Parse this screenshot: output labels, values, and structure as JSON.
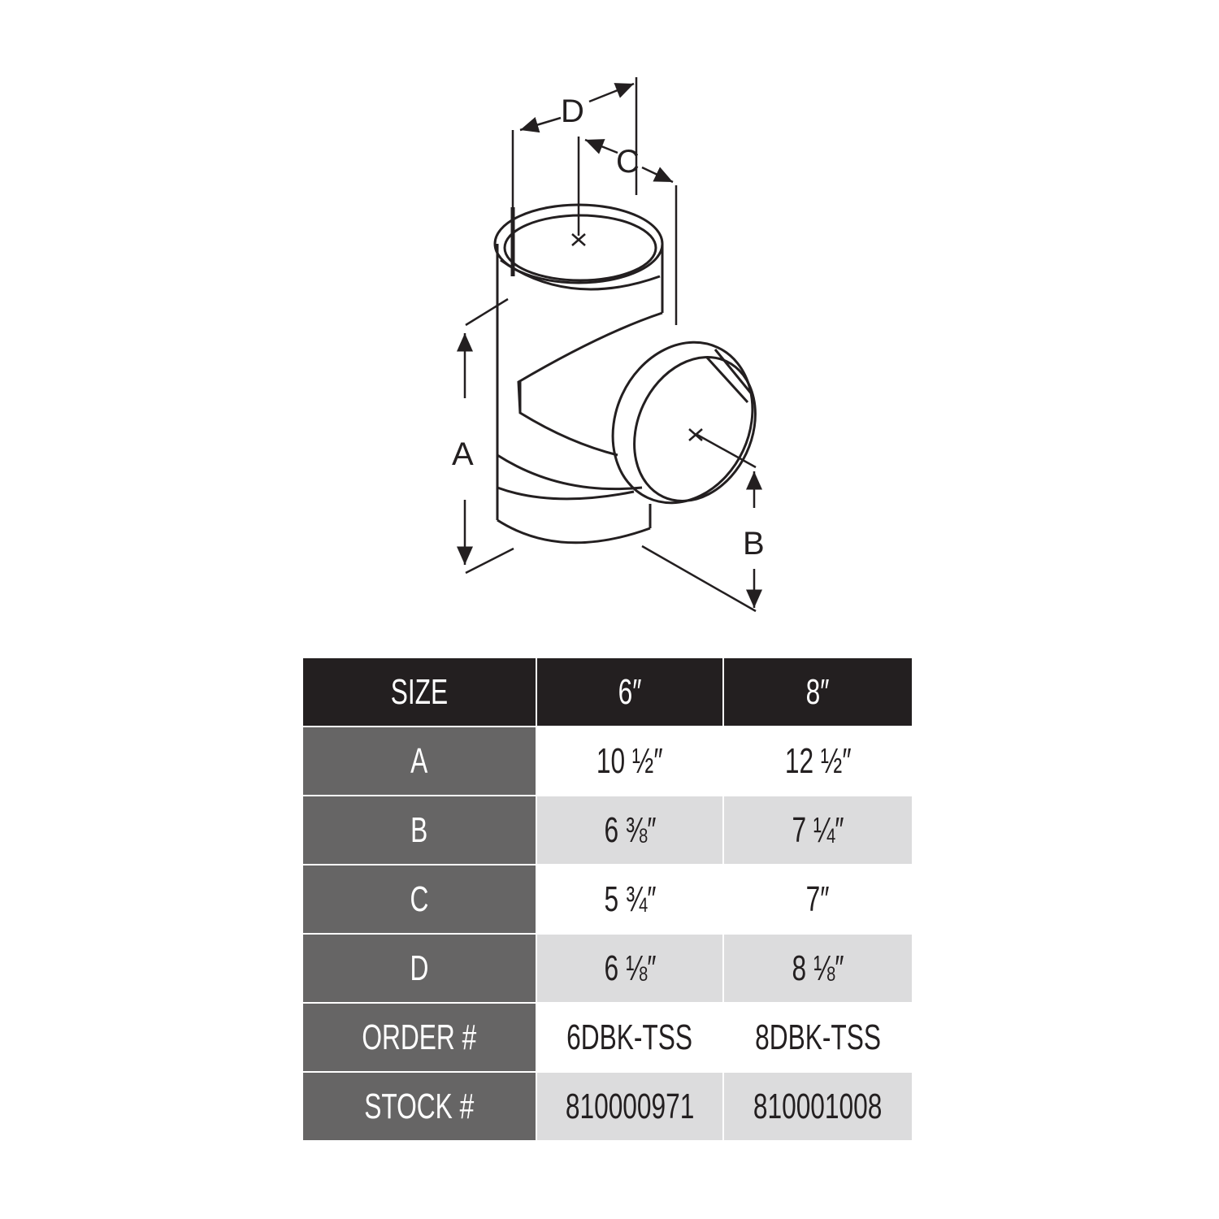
{
  "diagram": {
    "dimension_labels": {
      "a": "A",
      "b": "B",
      "c": "C",
      "d": "D"
    }
  },
  "table": {
    "header": {
      "label": "SIZE",
      "col1": "6″",
      "col2": "8″"
    },
    "rows": [
      {
        "label": "A",
        "col1": "10 ½″",
        "col2": "12 ½″"
      },
      {
        "label": "B",
        "col1": "6 ⅜″",
        "col2": "7  ¼″"
      },
      {
        "label": "C",
        "col1": "5  ¾″",
        "col2": "7″"
      },
      {
        "label": "D",
        "col1": "6 ⅛″",
        "col2": "8 ⅛″"
      },
      {
        "label": "ORDER #",
        "col1": "6DBK-TSS",
        "col2": "8DBK-TSS"
      },
      {
        "label": "STOCK #",
        "col1": "810000971",
        "col2": "810001008"
      }
    ]
  },
  "colors": {
    "header_bg": "#231f20",
    "label_bg": "#666565",
    "alt_row_bg": "#dcdcdd",
    "line": "#231f20"
  }
}
